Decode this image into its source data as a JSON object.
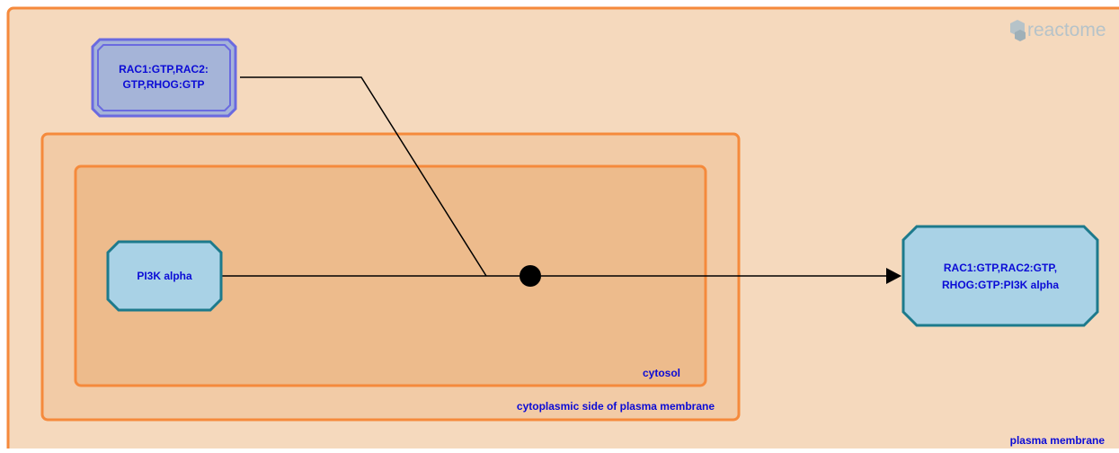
{
  "brand": {
    "logo_text": "reactome"
  },
  "compartments": {
    "plasma_membrane": "plasma membrane",
    "cytoplasmic_side": "cytoplasmic side of plasma membrane",
    "cytosol": "cytosol"
  },
  "nodes": {
    "rac_complex": {
      "line1": "RAC1:GTP,RAC2:",
      "line2": "GTP,RHOG:GTP"
    },
    "pi3k_alpha": {
      "label": "PI3K alpha"
    },
    "product_complex": {
      "line1": "RAC1:GTP,RAC2:GTP,",
      "line2": "RHOG:GTP:PI3K alpha"
    }
  },
  "colors": {
    "compartment_border": "#f58a3c",
    "plasma_membrane_fill": "#f5d9bd",
    "cytoplasmic_fill": "#f2cba6",
    "cytosol_fill": "#edbb8c",
    "protein_fill": "#a9d2e6",
    "protein_border": "#1d7a8c",
    "complex_fill": "#a5b4d8",
    "complex_border": "#6a6ae0",
    "label_text": "#0b0bd6",
    "edge": "#000000",
    "logo": "#b6c3c9"
  },
  "icons": {
    "logo": "reactome-logo-icon",
    "reaction": "reaction-node-icon",
    "arrow": "arrowhead-icon"
  }
}
